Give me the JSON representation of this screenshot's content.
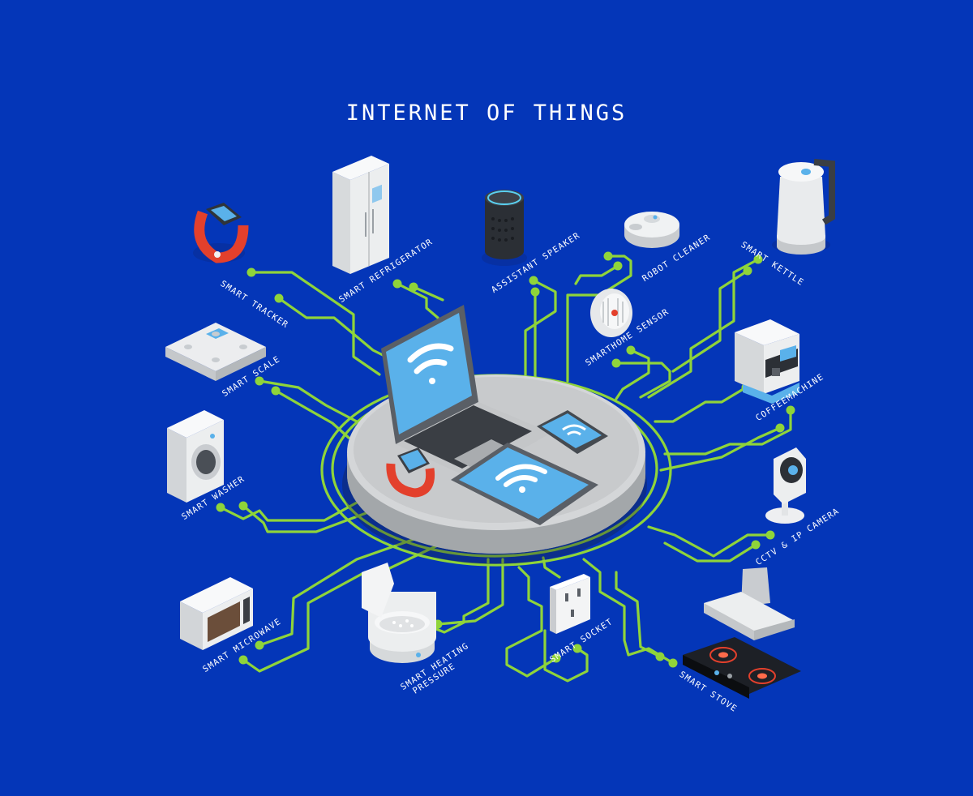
{
  "title": "INTERNET OF THINGS",
  "colors": {
    "background": "#0436b8",
    "circuit": "#8fd43a",
    "screen": "#5ab1ea",
    "device_white": "#eef0f2",
    "platform": "#c9cbcd"
  },
  "devices": [
    {
      "id": "tracker",
      "label": "SMART TRACKER",
      "icon": "fitness-band-icon"
    },
    {
      "id": "refrigerator",
      "label": "SMART REFRIGERATOR",
      "icon": "refrigerator-icon"
    },
    {
      "id": "speaker",
      "label": "ASSISTANT SPEAKER",
      "icon": "smart-speaker-icon"
    },
    {
      "id": "robot",
      "label": "ROBOT CLEANER",
      "icon": "robot-vacuum-icon"
    },
    {
      "id": "sensor",
      "label": "SMARTHOME SENSOR",
      "icon": "smoke-sensor-icon"
    },
    {
      "id": "kettle",
      "label": "SMART KETTLE",
      "icon": "kettle-icon"
    },
    {
      "id": "scale",
      "label": "SMART SCALE",
      "icon": "scale-icon"
    },
    {
      "id": "coffee",
      "label": "COFFEEMACHINE",
      "icon": "coffee-machine-icon"
    },
    {
      "id": "washer",
      "label": "SMART WASHER",
      "icon": "washing-machine-icon"
    },
    {
      "id": "camera",
      "label": "CCTV & IP CAMERA",
      "icon": "ip-camera-icon"
    },
    {
      "id": "microwave",
      "label": "SMART MICROWAVE",
      "icon": "microwave-icon"
    },
    {
      "id": "pressure",
      "label_line1": "SMART HEATING",
      "label_line2": "PRESSURE",
      "icon": "pressure-cooker-icon"
    },
    {
      "id": "socket",
      "label": "SMART SOCKET",
      "icon": "power-socket-icon"
    },
    {
      "id": "stove",
      "label": "SMART STOVE",
      "icon": "induction-stove-icon"
    }
  ],
  "hub": {
    "icons": [
      "laptop-icon",
      "tablet-icon",
      "smartphone-icon",
      "smartwatch-icon",
      "wifi-icon"
    ]
  }
}
